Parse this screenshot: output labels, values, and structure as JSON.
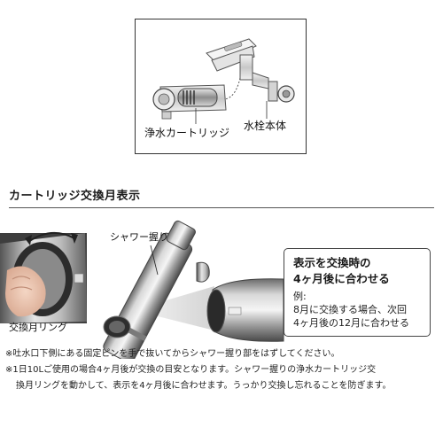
{
  "diagram": {
    "cartridge_label": "浄水カートリッジ",
    "faucet_body_label": "水栓本体"
  },
  "section": {
    "title": "カートリッジ交換月表示"
  },
  "photo": {
    "shower_grip_label": "シャワー握り",
    "ring_label": "交換月リング"
  },
  "callout": {
    "heading_line1": "表示を交換時の",
    "heading_line2": "4ヶ月後に合わせる",
    "example_label": "例:",
    "example_line1": "8月に交換する場合、次回",
    "example_line2": "4ヶ月後の12月に合わせる"
  },
  "notes": {
    "note1": "※吐水口下側にある固定ピンを手で抜いてからシャワー握り部をはずしてください。",
    "note2_line1": "※1日10Lご使用の場合4ヶ月後が交換の目安となります。シャワー握りの浄水カートリッジ交",
    "note2_line2": "換月リングを動かして、表示を4ヶ月後に合わせます。うっかり交換し忘れることを防ぎます。"
  }
}
